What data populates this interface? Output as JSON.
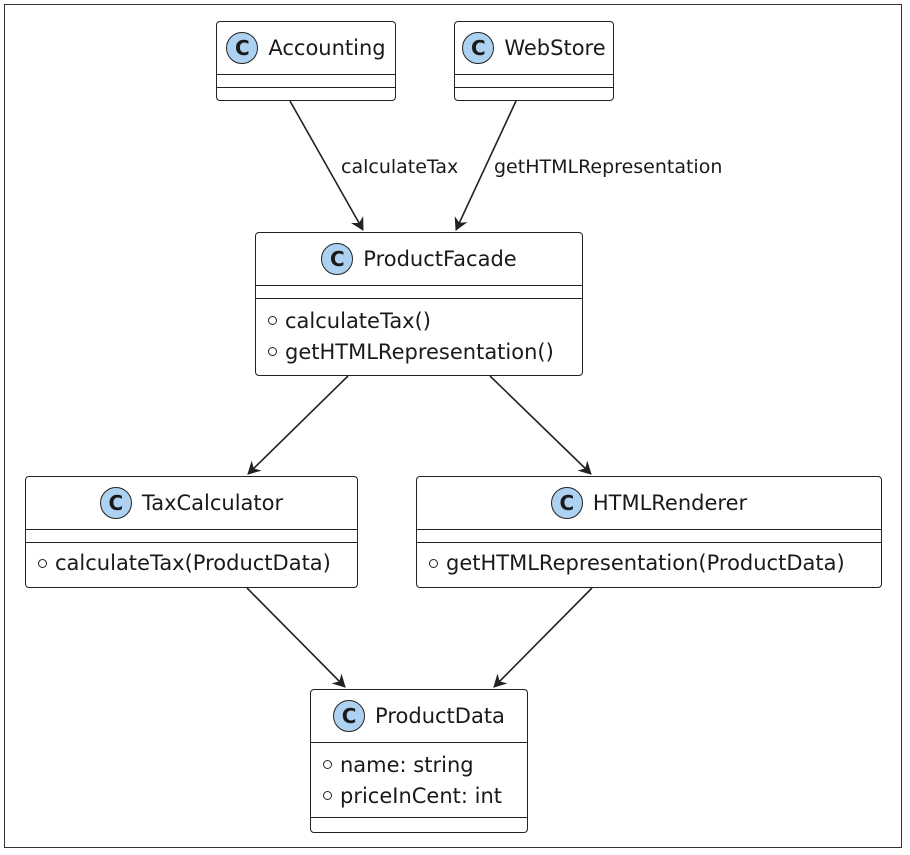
{
  "edge_labels": {
    "accounting_to_facade": "calculateTax",
    "webstore_to_facade": "getHTMLRepresentation"
  },
  "classes": {
    "accounting": {
      "badge": "C",
      "name": "Accounting",
      "attributes": [],
      "methods": []
    },
    "webstore": {
      "badge": "C",
      "name": "WebStore",
      "attributes": [],
      "methods": []
    },
    "product_facade": {
      "badge": "C",
      "name": "ProductFacade",
      "attributes": [],
      "methods": [
        "calculateTax()",
        "getHTMLRepresentation()"
      ]
    },
    "tax_calculator": {
      "badge": "C",
      "name": "TaxCalculator",
      "attributes": [],
      "methods": [
        "calculateTax(ProductData)"
      ]
    },
    "html_renderer": {
      "badge": "C",
      "name": "HTMLRenderer",
      "attributes": [],
      "methods": [
        "getHTMLRepresentation(ProductData)"
      ]
    },
    "product_data": {
      "badge": "C",
      "name": "ProductData",
      "attributes": [
        "name: string",
        "priceInCent: int"
      ],
      "methods": []
    }
  },
  "colors": {
    "badge_fill": "#add1f0",
    "stroke": "#222222"
  }
}
